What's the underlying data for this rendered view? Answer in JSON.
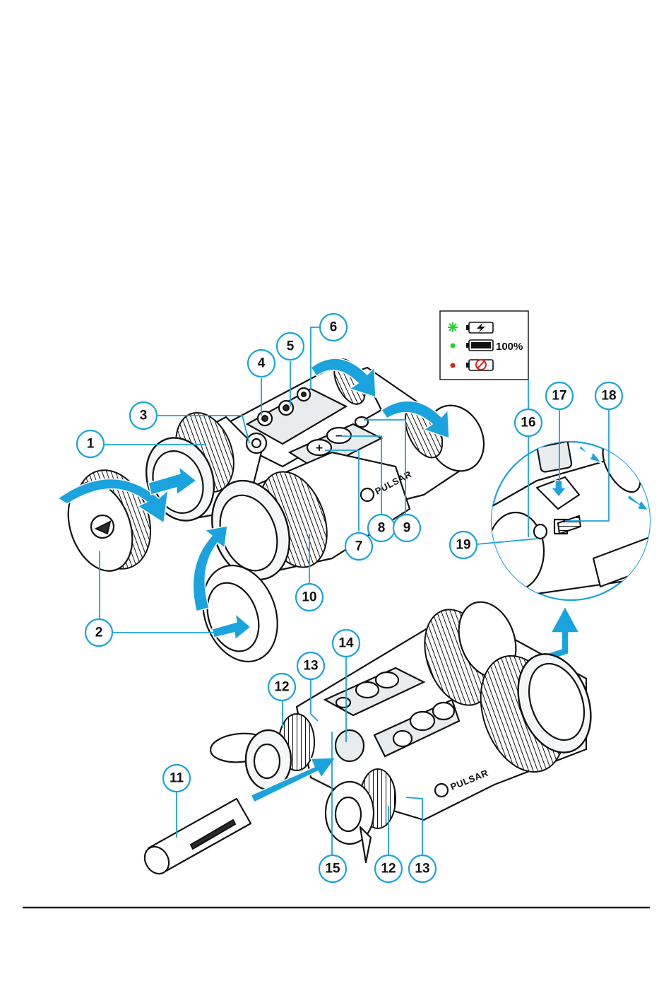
{
  "callouts": [
    "1",
    "2",
    "3",
    "4",
    "5",
    "6",
    "7",
    "8",
    "9",
    "10",
    "11",
    "12",
    "13",
    "14",
    "15",
    "16",
    "17",
    "18",
    "19",
    "12",
    "13"
  ],
  "legend": {
    "rows": [
      {
        "dot_color": "#22d32f",
        "icon": "battery-charging-icon",
        "text": ""
      },
      {
        "dot_color": "#22d32f",
        "icon": "battery-full-icon",
        "text": "100%"
      },
      {
        "dot_color": "#e0201c",
        "icon": "battery-prohibited-icon",
        "text": ""
      }
    ]
  },
  "brand_top": "PULSAR",
  "brand_bottom": "PULSAR",
  "colors": {
    "accent": "#1aa3dc",
    "line": "#111111",
    "rule": "#222222"
  }
}
